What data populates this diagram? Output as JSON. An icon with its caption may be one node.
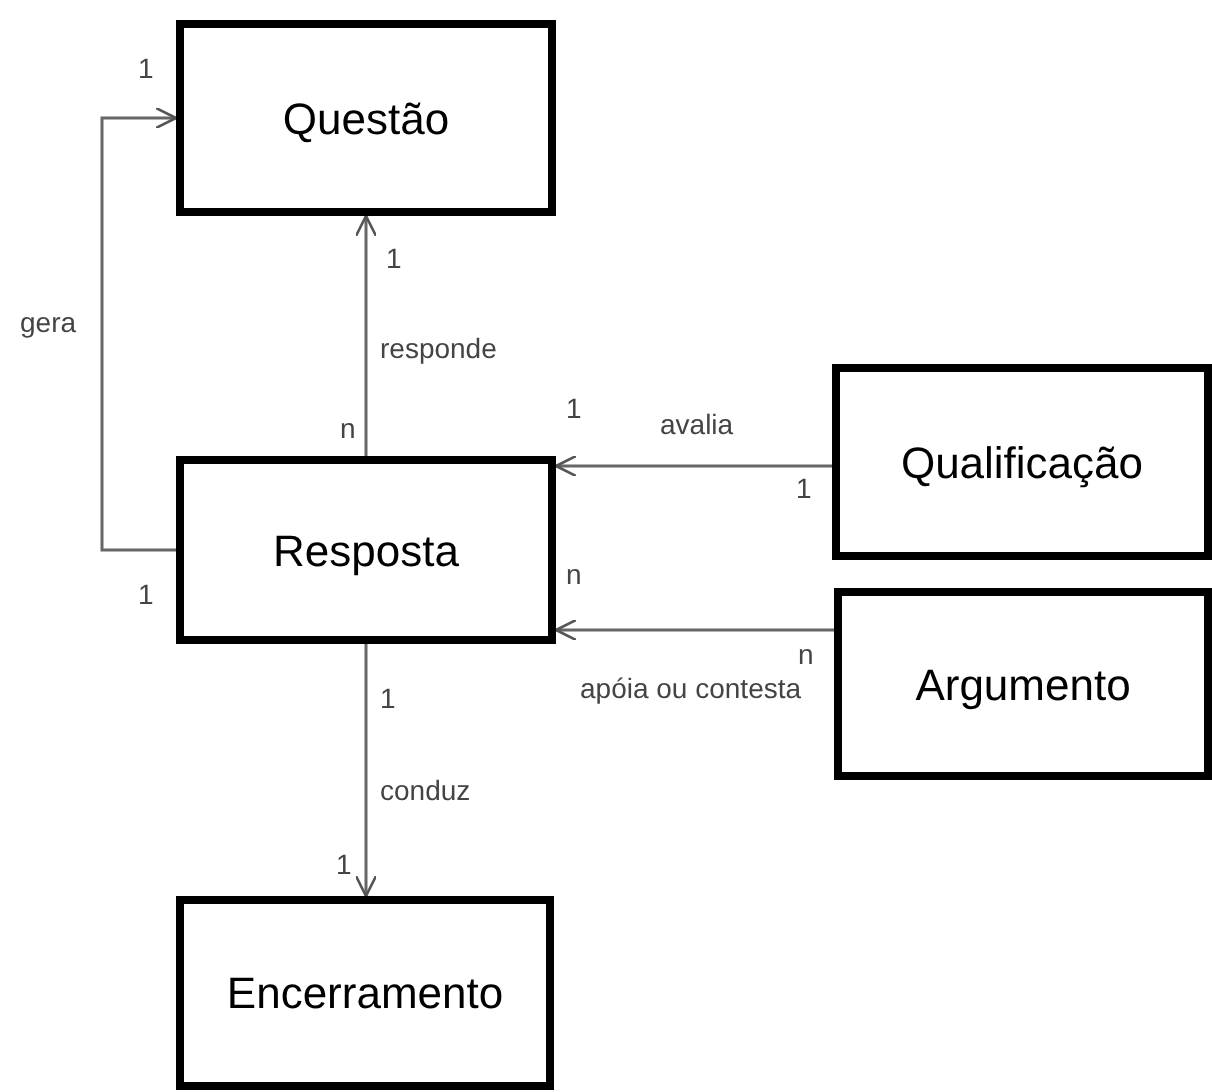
{
  "diagram": {
    "nodes": [
      {
        "text": [
          "Questão"
        ]
      },
      {
        "text": [
          "Resposta"
        ]
      },
      {
        "text": [
          "Qualificação"
        ]
      },
      {
        "text": [
          "Argumento"
        ]
      },
      {
        "text": [
          "Encerramento"
        ]
      }
    ],
    "edges": [
      {
        "from": 1,
        "to": 0,
        "arrow": "to",
        "label": "gera"
      },
      {
        "from": 1,
        "to": 0,
        "arrow": "to",
        "label": "responde"
      },
      {
        "from": 2,
        "to": 1,
        "arrow": "to",
        "label": "avalia"
      },
      {
        "from": 3,
        "to": 1,
        "arrow": "to",
        "label": "apóia ou contesta"
      },
      {
        "from": 1,
        "to": 4,
        "arrow": "to",
        "label": "conduz"
      }
    ],
    "labels": [
      "1",
      "1",
      "n",
      "1",
      "1",
      "1",
      "n",
      "n",
      "1",
      "1"
    ]
  }
}
